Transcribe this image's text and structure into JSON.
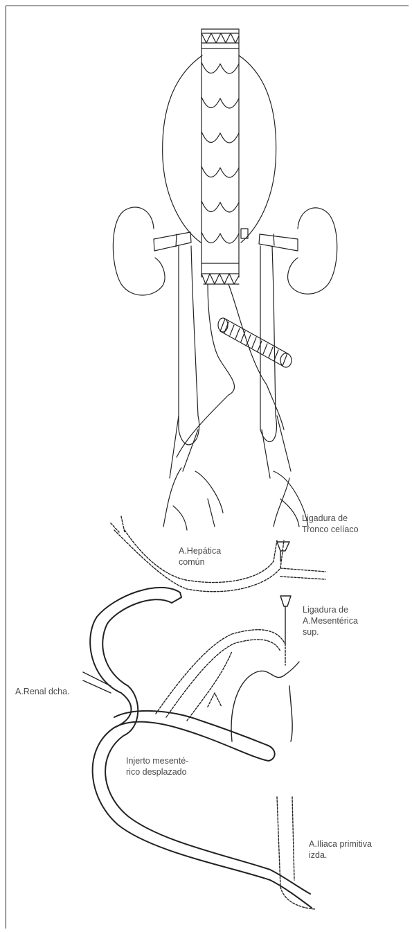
{
  "labels": {
    "ligadura_tronco": {
      "line1": "Ligadura de",
      "line2": "Tronco celíaco"
    },
    "hepatica": {
      "line1": "A.Hepática",
      "line2": "común"
    },
    "ligadura_mesenterica": {
      "line1": "Ligadura de",
      "line2": "A.Mesentérica",
      "line3": "sup."
    },
    "renal": {
      "line1": "A.Renal dcha."
    },
    "injerto": {
      "line1": "Injerto mesenté-",
      "line2": "rico desplazado"
    },
    "iliaca": {
      "line1": "A.Iliaca primitiva",
      "line2": "izda."
    }
  },
  "colors": {
    "line": "#222222",
    "text": "#4a4a4a"
  }
}
